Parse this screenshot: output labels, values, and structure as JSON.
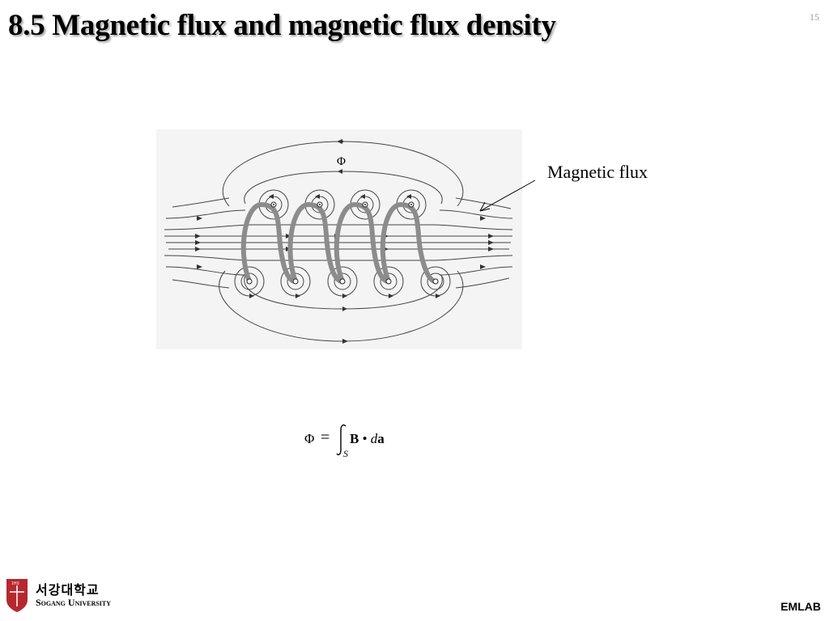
{
  "slide": {
    "title": "8.5 Magnetic flux and magnetic flux density",
    "page_number": "15"
  },
  "figure": {
    "symbol": "Φ",
    "annotation": "Magnetic flux"
  },
  "equation": {
    "lhs": "Φ",
    "equals": "=",
    "integral_subscript": "S",
    "vector_b": "B",
    "dot": " • ",
    "d": "d",
    "vector_a": "a"
  },
  "footer": {
    "university_korean": "서강대학교",
    "university_english": "Sogang University",
    "logo_mark": "1HS",
    "lab": "EMLAB"
  },
  "colors": {
    "coil": "#8c8c8c",
    "field_lines": "#333333",
    "figure_bg": "#f4f4f4",
    "logo_red": "#b5282f"
  }
}
